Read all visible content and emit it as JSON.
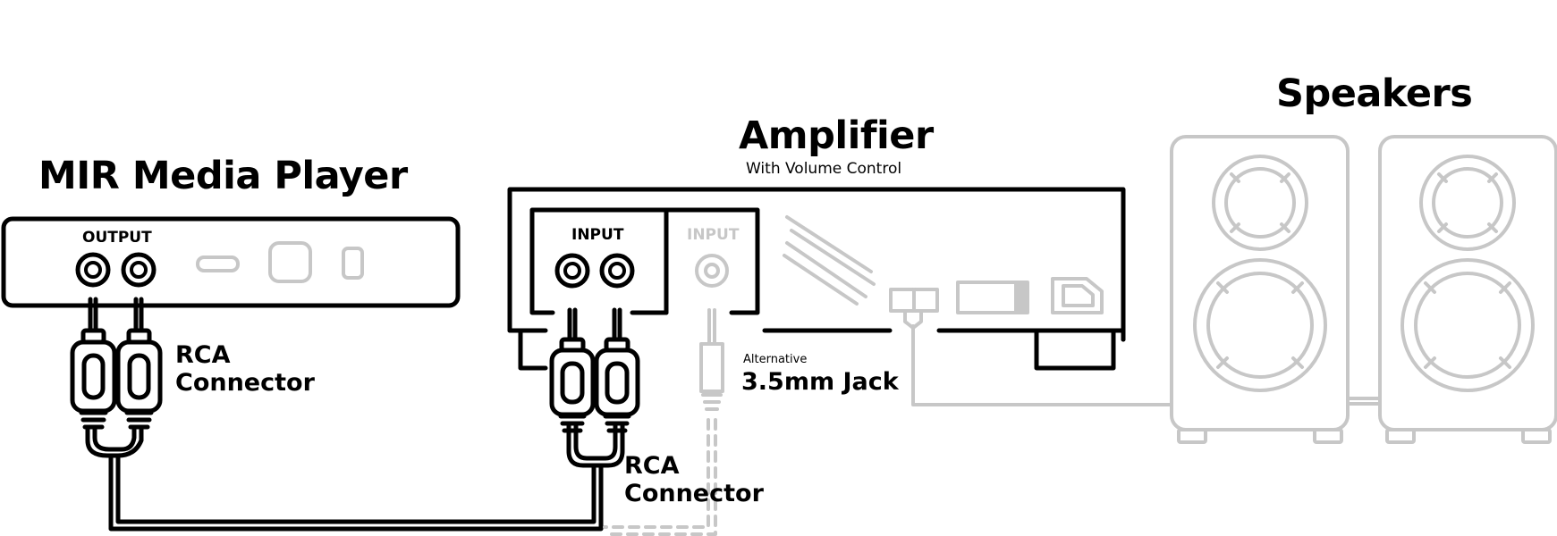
{
  "media_player": {
    "title": "MIR Media Player",
    "output_label": "OUTPUT"
  },
  "amplifier": {
    "title": "Amplifier",
    "subtitle": "With Volume Control",
    "input_label": "INPUT",
    "alt_input_label": "INPUT"
  },
  "speakers": {
    "title": "Speakers"
  },
  "connectors": {
    "rca_left": [
      "RCA",
      "Connector"
    ],
    "rca_right": [
      "RCA",
      "Connector"
    ],
    "jack_note": "Alternative",
    "jack_label": "3.5mm Jack"
  },
  "colors": {
    "primary": "#000000",
    "secondary": "#c7c7c7"
  }
}
